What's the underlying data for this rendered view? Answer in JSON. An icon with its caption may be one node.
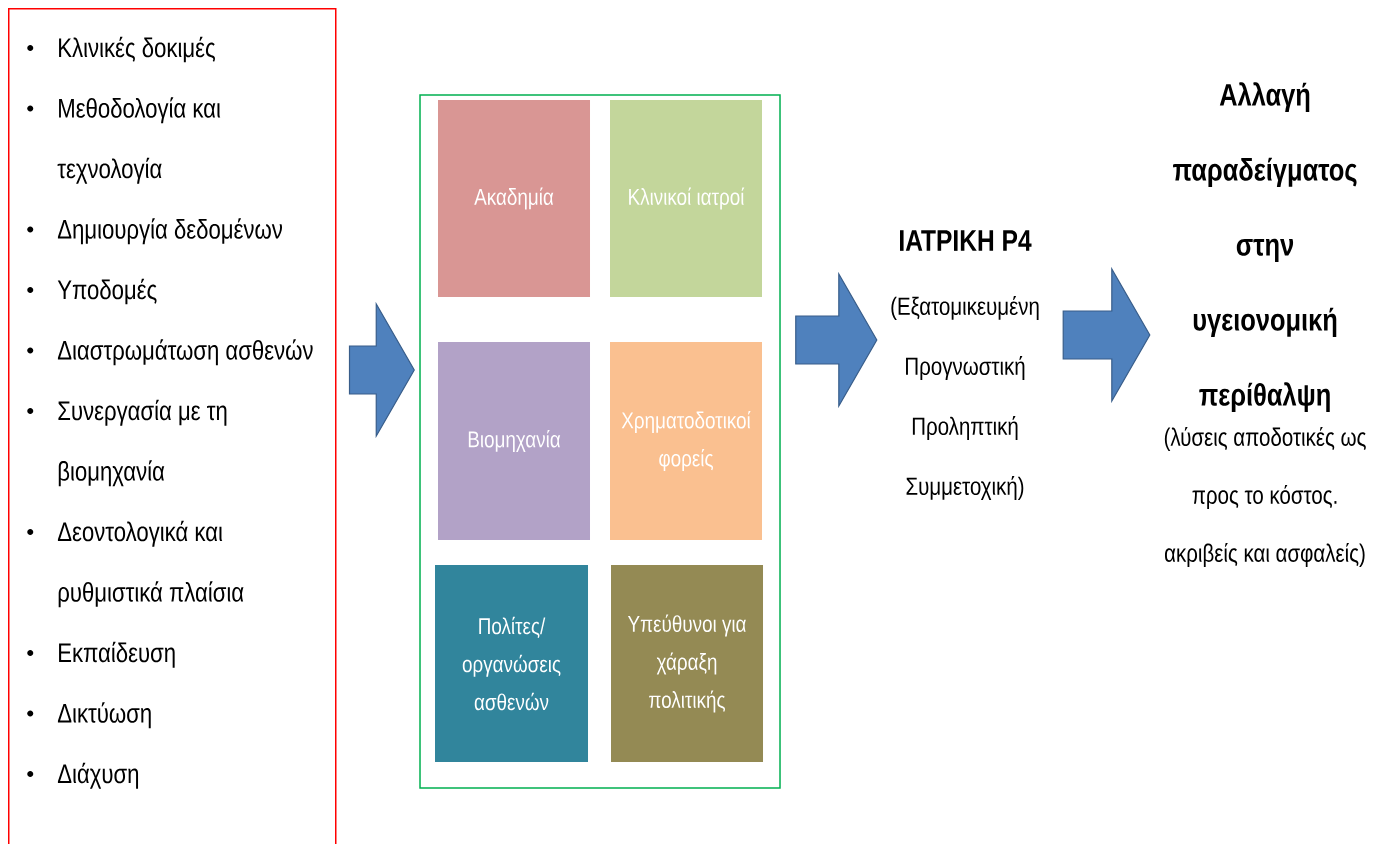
{
  "diagram": {
    "nodes": [
      {
        "text": [
          "Κλινικές δοκιμές",
          "Μεθοδολογία και τεχνολογία",
          "Δημιουργία δεδομένων",
          "Υποδομές",
          "Διαστρωμάτωση ασθενών",
          "Συνεργασία με τη βιομηχανία",
          "Δεοντολογικά και ρυθμιστικά πλαίσια",
          "Εκπαίδευση",
          "Δικτύωση",
          "Διάχυση"
        ]
      },
      {
        "text": [],
        "shape": "box"
      },
      {
        "text": [
          "Ακαδημία"
        ],
        "in": 1
      },
      {
        "text": [
          "Κλινικοί ιατροί"
        ],
        "in": 1
      },
      {
        "text": [
          "Βιομηχανία"
        ],
        "in": 1
      },
      {
        "text": [
          "Χρηματοδοτικοί φορείς"
        ],
        "in": 1
      },
      {
        "text": [
          "Πολίτες/ οργανώσεις ασθενών"
        ],
        "in": 1
      },
      {
        "text": [
          "Υπεύθυνοι για χάραξη πολιτικής"
        ],
        "in": 1
      },
      {
        "text": [
          "ΙΑΤΡΙΚΗ P4",
          "(Εξατομικευμένη Προγνωστική Προληπτική Συμμετοχική)"
        ]
      },
      {
        "text": [
          "Αλλαγή παραδείγματος στην υγειονομική περίθαλψη",
          "(λύσεις αποδοτικές ως προς το κόστος. ακριβείς και ασφαλείς)"
        ]
      }
    ],
    "edges": [
      {
        "from": 0,
        "to": 1,
        "arrow": "to"
      },
      {
        "from": 1,
        "to": 8,
        "arrow": "to"
      },
      {
        "from": 8,
        "to": 9,
        "arrow": "to"
      }
    ]
  }
}
